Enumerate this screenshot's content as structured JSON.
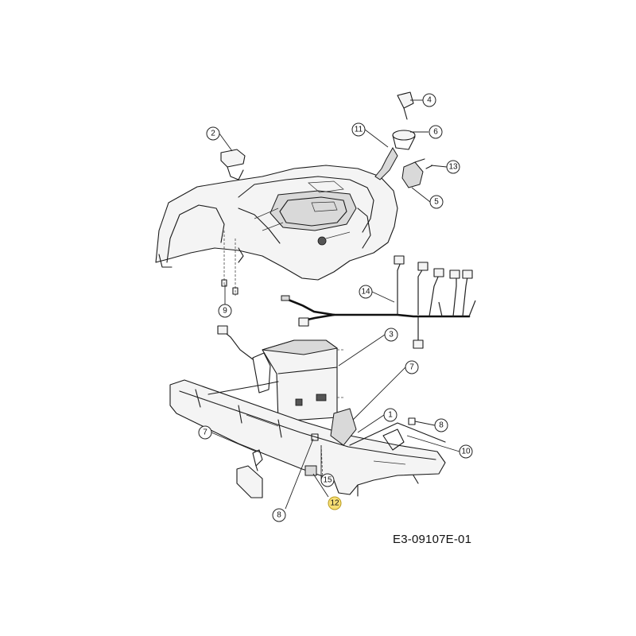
{
  "drawing_code": "E3-09107E-01",
  "callouts": [
    {
      "label": "4",
      "highlighted": false
    },
    {
      "label": "6",
      "highlighted": false
    },
    {
      "label": "11",
      "highlighted": false
    },
    {
      "label": "2",
      "highlighted": false
    },
    {
      "label": "13",
      "highlighted": false
    },
    {
      "label": "5",
      "highlighted": false
    },
    {
      "label": "14",
      "highlighted": false
    },
    {
      "label": "9",
      "highlighted": false
    },
    {
      "label": "3",
      "highlighted": false
    },
    {
      "label": "7",
      "highlighted": false
    },
    {
      "label": "1",
      "highlighted": false
    },
    {
      "label": "8",
      "highlighted": false
    },
    {
      "label": "10",
      "highlighted": false
    },
    {
      "label": "7",
      "highlighted": false
    },
    {
      "label": "15",
      "highlighted": false
    },
    {
      "label": "12",
      "highlighted": true
    },
    {
      "label": "8",
      "highlighted": false
    }
  ],
  "colors": {
    "highlight": "#f7df74",
    "line": "#1a1a1a"
  }
}
